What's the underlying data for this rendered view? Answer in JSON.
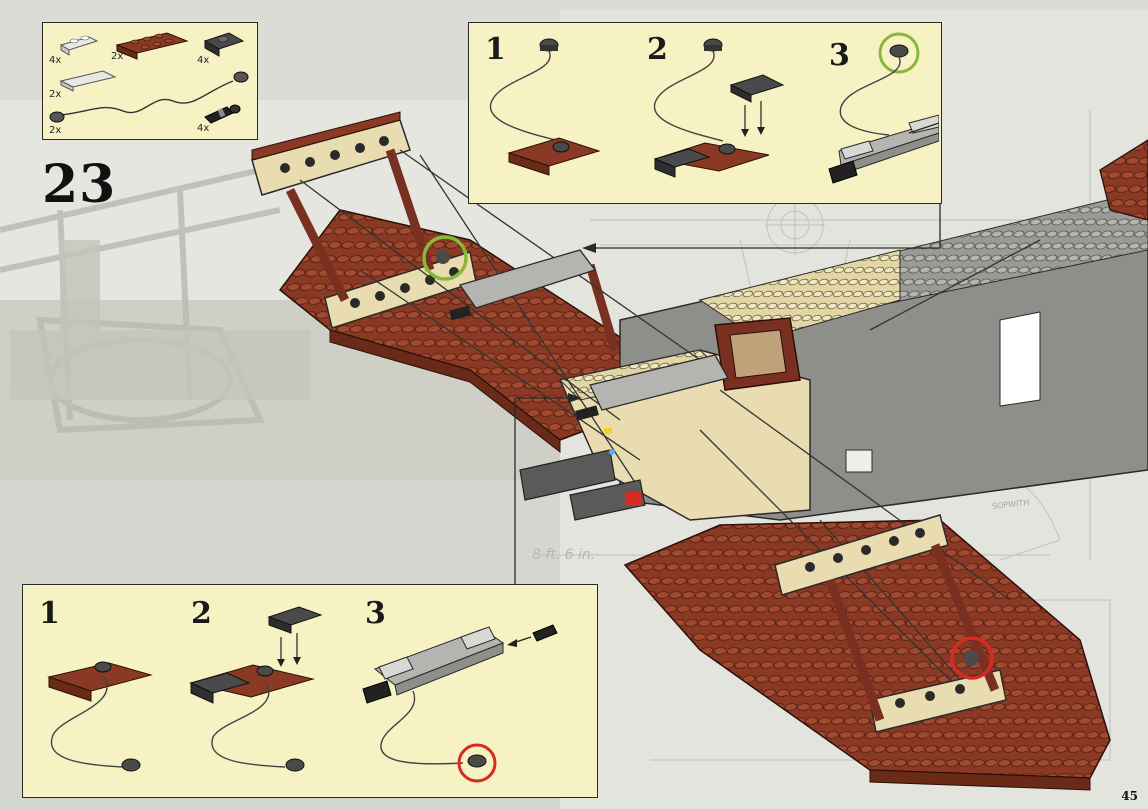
{
  "page": {
    "step_number": "23",
    "page_number": "45"
  },
  "parts_list": {
    "items": [
      {
        "name": "light-gray-plate-1x2",
        "qty": "4x"
      },
      {
        "name": "reddish-brown-plate-2x4",
        "qty": "2x"
      },
      {
        "name": "dark-gray-plate-2x2-with-clip",
        "qty": "4x"
      },
      {
        "name": "light-gray-tile-1x4",
        "qty": "2x"
      },
      {
        "name": "round-brick-with-string",
        "qty": "2x"
      },
      {
        "name": "black-pin-connector",
        "qty": "4x"
      }
    ]
  },
  "callout_top": {
    "steps": [
      "1",
      "2",
      "3"
    ]
  },
  "callout_bottom": {
    "steps": [
      "1",
      "2",
      "3"
    ]
  },
  "background": {
    "dimension_text": "8 ft. 6 in.",
    "plate_text": "SOPWITH"
  },
  "colors": {
    "callout_bg": "#f7f2c4",
    "reddish_brown": "#8a3a24",
    "tan": "#e8dcb0",
    "light_gray": "#b4b4b0",
    "dark_gray": "#5a5a5a",
    "highlight_green": "#8ab83a",
    "highlight_red": "#d62b20"
  }
}
